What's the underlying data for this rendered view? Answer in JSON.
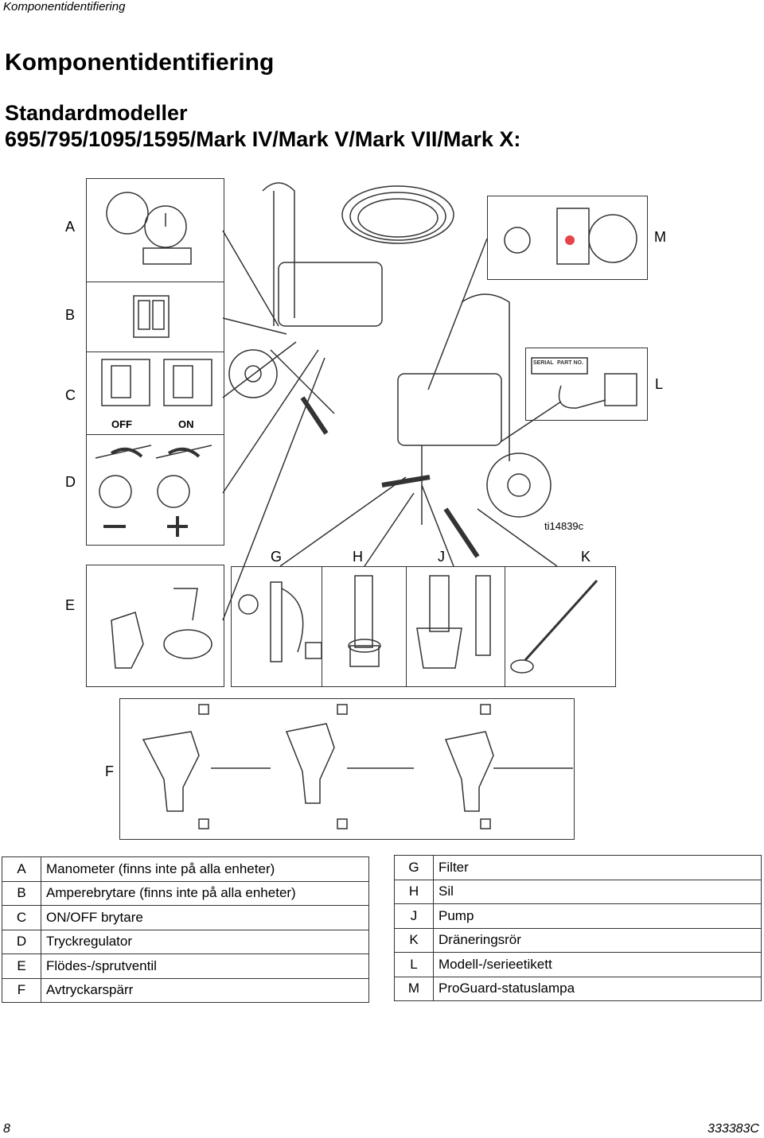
{
  "running_head": "Komponentidentifiering",
  "title": "Komponentidentifiering",
  "subtitle_line1": "Standardmodeller",
  "subtitle_line2": "695/795/1095/1595/Mark IV/Mark V/Mark VII/Mark X:",
  "figure": {
    "labels": {
      "A": "A",
      "B": "B",
      "C": "C",
      "D": "D",
      "E": "E",
      "F": "F",
      "G": "G",
      "H": "H",
      "J": "J",
      "K": "K",
      "L": "L",
      "M": "M"
    },
    "switch_off": "OFF",
    "switch_on": "ON",
    "minus": "—",
    "plus": "+",
    "ref_id": "ti14839c",
    "serial_label": "SERIAL",
    "part_no_label": "PART NO."
  },
  "legend_left": [
    {
      "key": "A",
      "desc": "Manometer (finns inte på alla enheter)"
    },
    {
      "key": "B",
      "desc": "Amperebrytare (finns inte på alla enheter)"
    },
    {
      "key": "C",
      "desc": "ON/OFF brytare"
    },
    {
      "key": "D",
      "desc": "Tryckregulator"
    },
    {
      "key": "E",
      "desc": "Flödes-/sprutventil"
    },
    {
      "key": "F",
      "desc": "Avtryckarspärr"
    }
  ],
  "legend_right": [
    {
      "key": "G",
      "desc": "Filter"
    },
    {
      "key": "H",
      "desc": "Sil"
    },
    {
      "key": "J",
      "desc": "Pump"
    },
    {
      "key": "K",
      "desc": "Dräneringsrör"
    },
    {
      "key": "L",
      "desc": "Modell-/serieetikett"
    },
    {
      "key": "M",
      "desc": "ProGuard-statuslampa"
    }
  ],
  "footer": {
    "page": "8",
    "doc_number": "333383C"
  },
  "colors": {
    "status_lamp": "#e8444a",
    "line": "#333333"
  }
}
